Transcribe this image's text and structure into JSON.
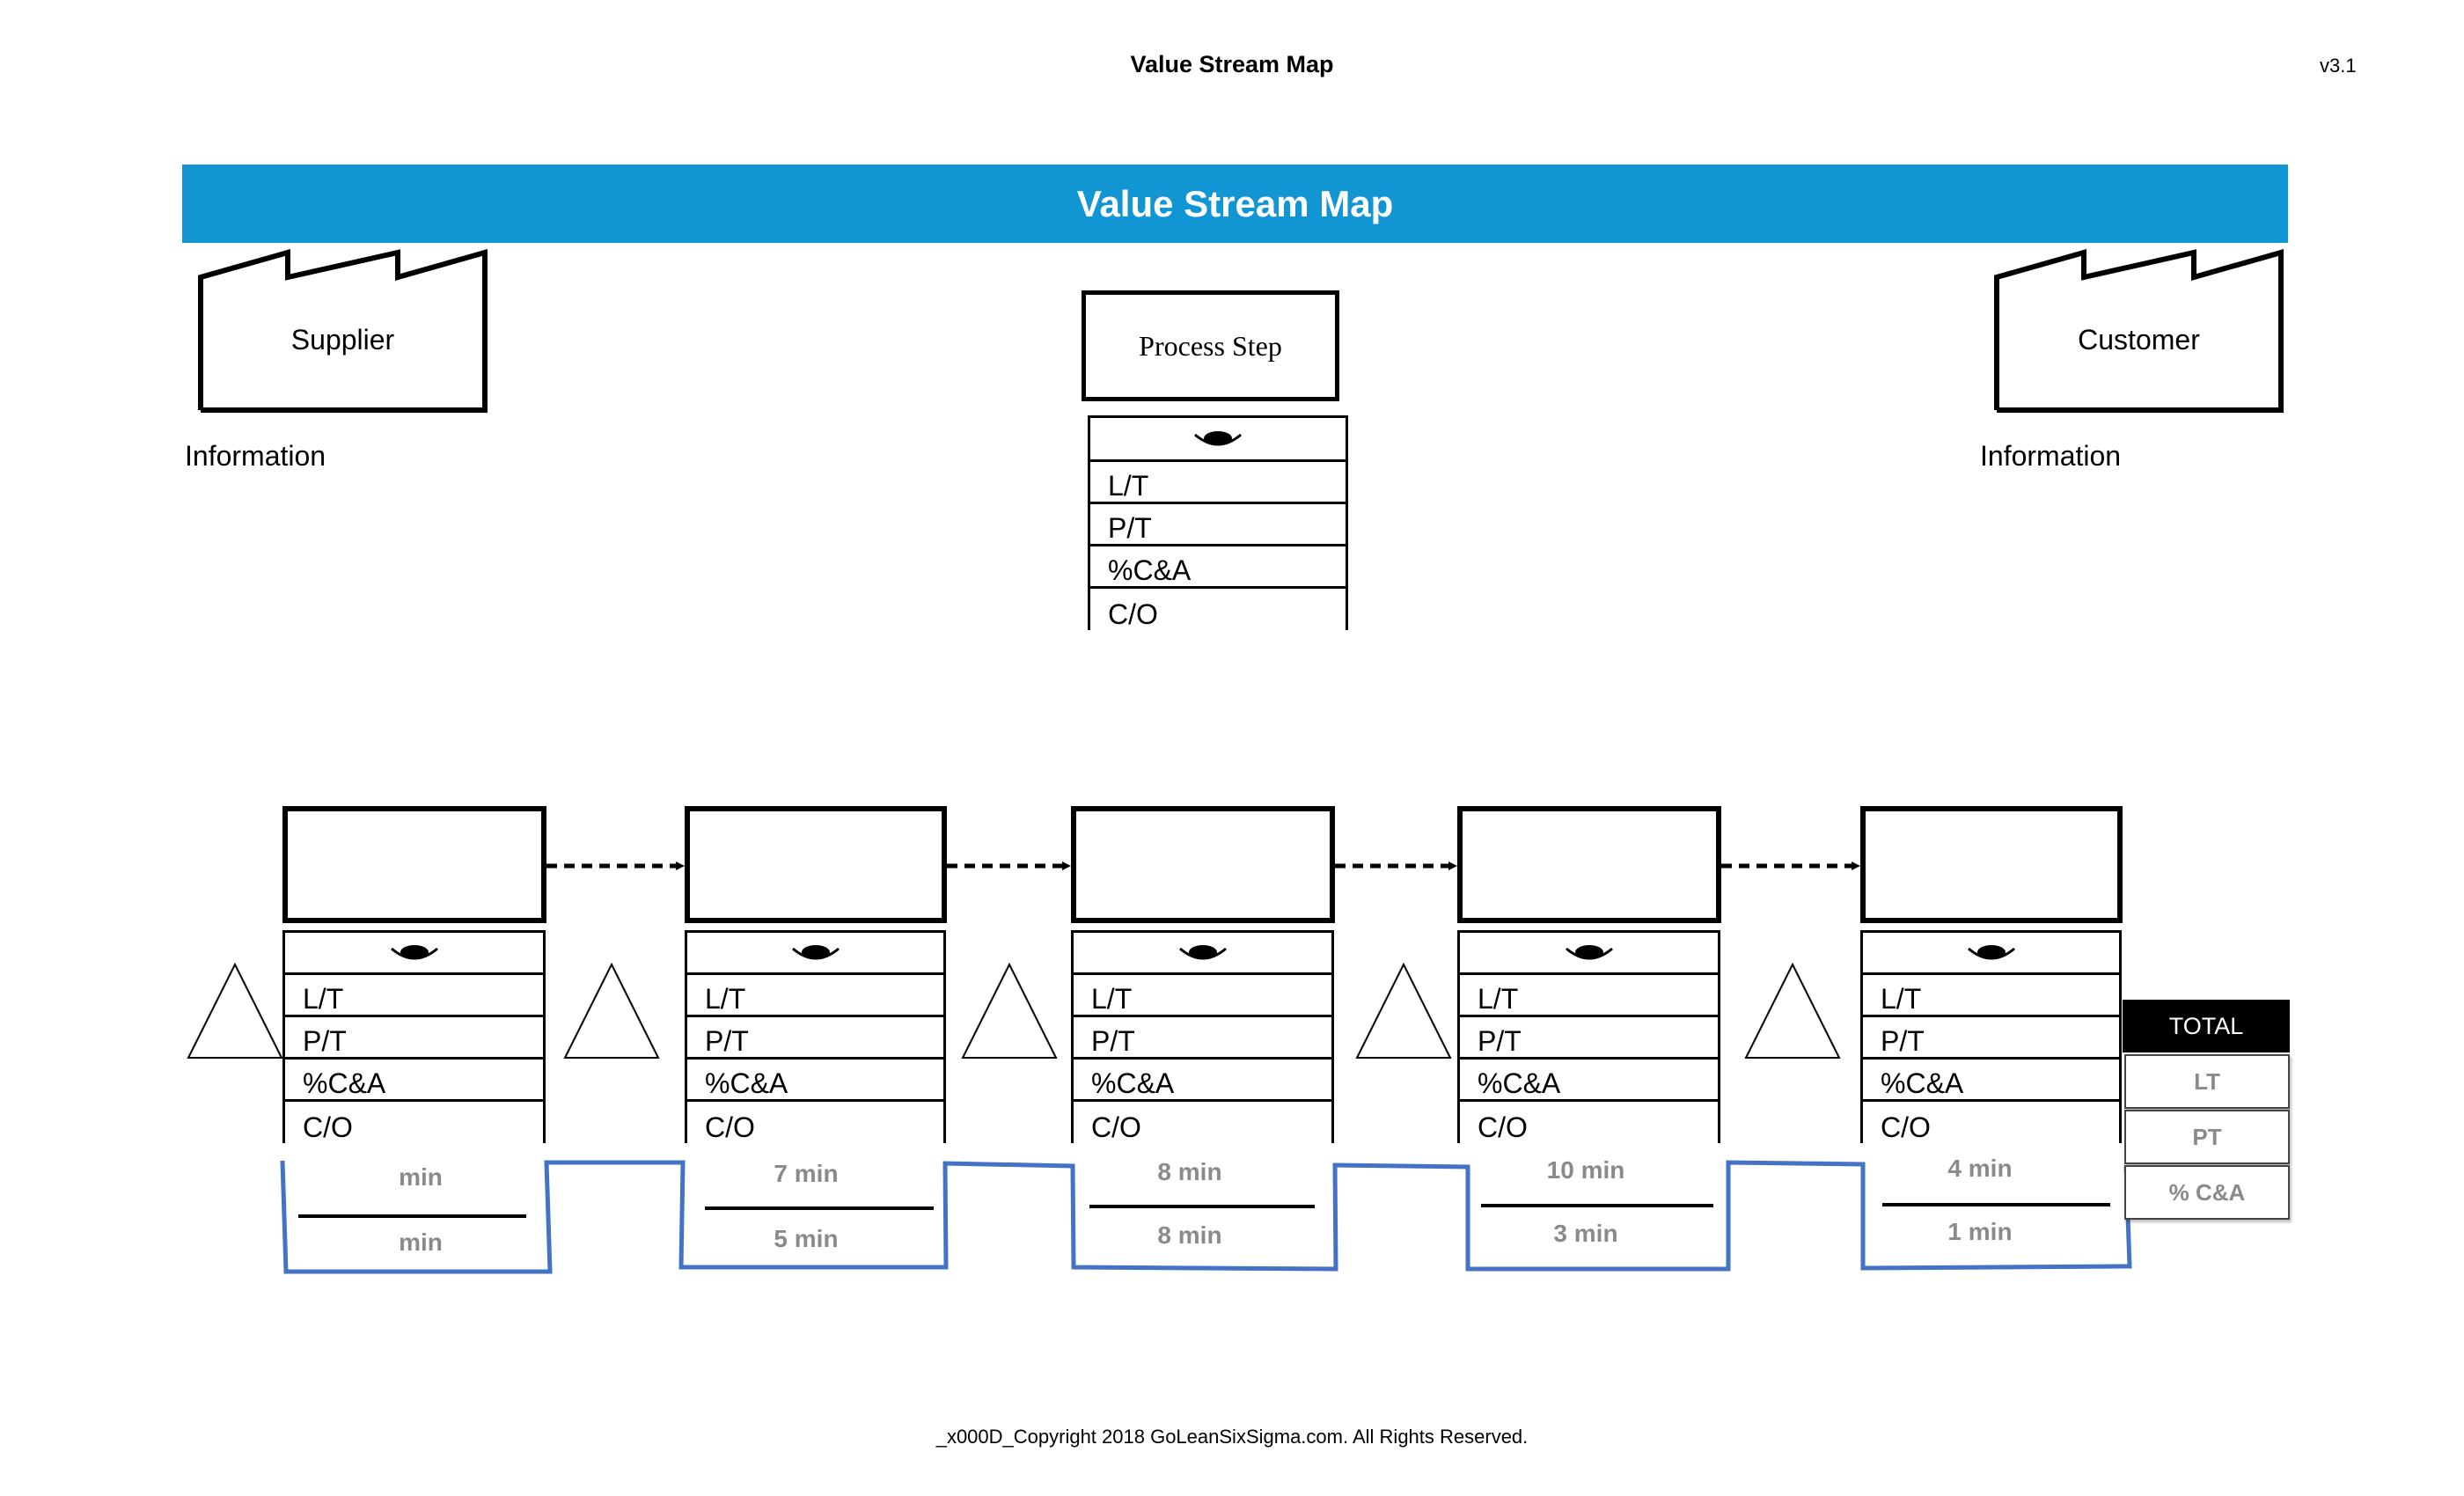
{
  "header": {
    "title": "Value Stream Map",
    "version": "v3.1"
  },
  "banner": {
    "title": "Value Stream Map"
  },
  "supplier": {
    "label": "Supplier",
    "info_label": "Information"
  },
  "customer": {
    "label": "Customer",
    "info_label": "Information"
  },
  "legend": {
    "title": "Process Step",
    "rows": [
      "L/T",
      "P/T",
      "%C&A",
      "C/O"
    ],
    "icon": "operator-eye-icon"
  },
  "process_steps": [
    {
      "title": "",
      "rows": [
        "L/T",
        "P/T",
        "%C&A",
        "C/O"
      ],
      "timeline_top": "min",
      "timeline_bottom": "min"
    },
    {
      "title": "",
      "rows": [
        "L/T",
        "P/T",
        "%C&A",
        "C/O"
      ],
      "timeline_top": "7 min",
      "timeline_bottom": "5 min"
    },
    {
      "title": "",
      "rows": [
        "L/T",
        "P/T",
        "%C&A",
        "C/O"
      ],
      "timeline_top": "8 min",
      "timeline_bottom": "8 min"
    },
    {
      "title": "",
      "rows": [
        "L/T",
        "P/T",
        "%C&A",
        "C/O"
      ],
      "timeline_top": "10 min",
      "timeline_bottom": "3 min"
    },
    {
      "title": "",
      "rows": [
        "L/T",
        "P/T",
        "%C&A",
        "C/O"
      ],
      "timeline_top": "4 min",
      "timeline_bottom": "1 min"
    }
  ],
  "totals": {
    "header": "TOTAL",
    "rows": [
      "LT",
      "PT",
      "% C&A"
    ]
  },
  "footer": {
    "copyright": "_x000D_Copyright 2018 GoLeanSixSigma.com. All Rights Reserved."
  },
  "colors": {
    "banner": "#1295d3",
    "timeline": "#4472c4",
    "total_header": "#000000",
    "value_text": "#8a8a8a"
  }
}
